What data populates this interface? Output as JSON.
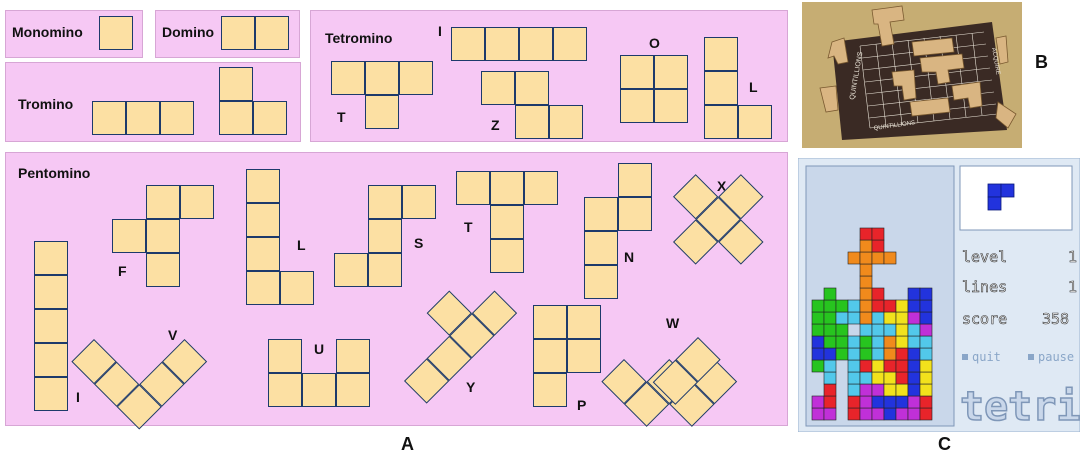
{
  "panel_labels": {
    "A": "A",
    "B": "B",
    "C": "C"
  },
  "groups": {
    "monomino": "Monomino",
    "domino": "Domino",
    "tromino": "Tromino",
    "tetromino": "Tetromino",
    "pentomino": "Pentomino"
  },
  "tetromino_letters": {
    "I": "I",
    "O": "O",
    "T": "T",
    "Z": "Z",
    "L": "L"
  },
  "pentomino_letters": {
    "F": "F",
    "L": "L",
    "S": "S",
    "T": "T",
    "N": "N",
    "X": "X",
    "I": "I",
    "V": "V",
    "U": "U",
    "Y": "Y",
    "P": "P",
    "W": "W"
  },
  "photo": {
    "board_text_left": "QUINTILLIONS",
    "board_text_right": "ACQUIRE",
    "board_text_bottom": "QUINTILLIONS"
  },
  "tetris": {
    "level_label": "level",
    "level_value": "1",
    "lines_label": "lines",
    "lines_value": "1",
    "score_label": "score",
    "score_value": "358",
    "quit_label": "quit",
    "pause_label": "pause",
    "logo": "tetris"
  },
  "colors": {
    "panel_bg": "#f6c8f4",
    "tile_fill": "#fce0a3",
    "tile_border": "#1d3a6b"
  }
}
